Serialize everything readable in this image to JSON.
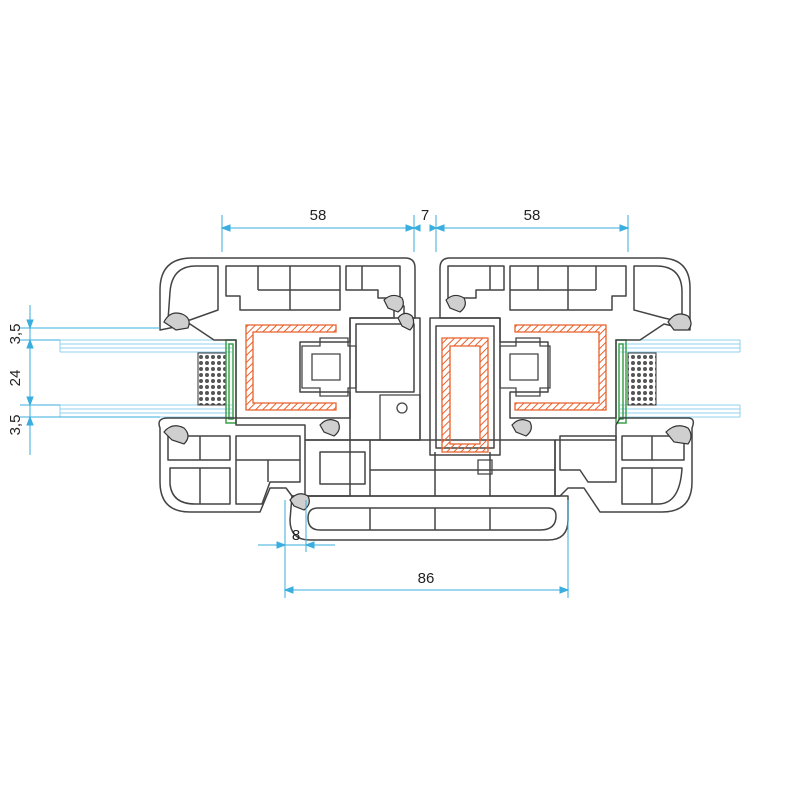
{
  "dimensions": {
    "top_left_width": "58",
    "top_gap": "7",
    "top_right_width": "58",
    "glass_top": "3,5",
    "glass_cavity": "24",
    "glass_bottom": "3,5",
    "bottom_small": "8",
    "bottom_overall": "86"
  },
  "colors": {
    "profile_stroke": "#444444",
    "dimension_line": "#3aaede",
    "reinforcement": "#e8622c",
    "seal_green": "#3aa14a",
    "insulation_fill": "#555555"
  }
}
